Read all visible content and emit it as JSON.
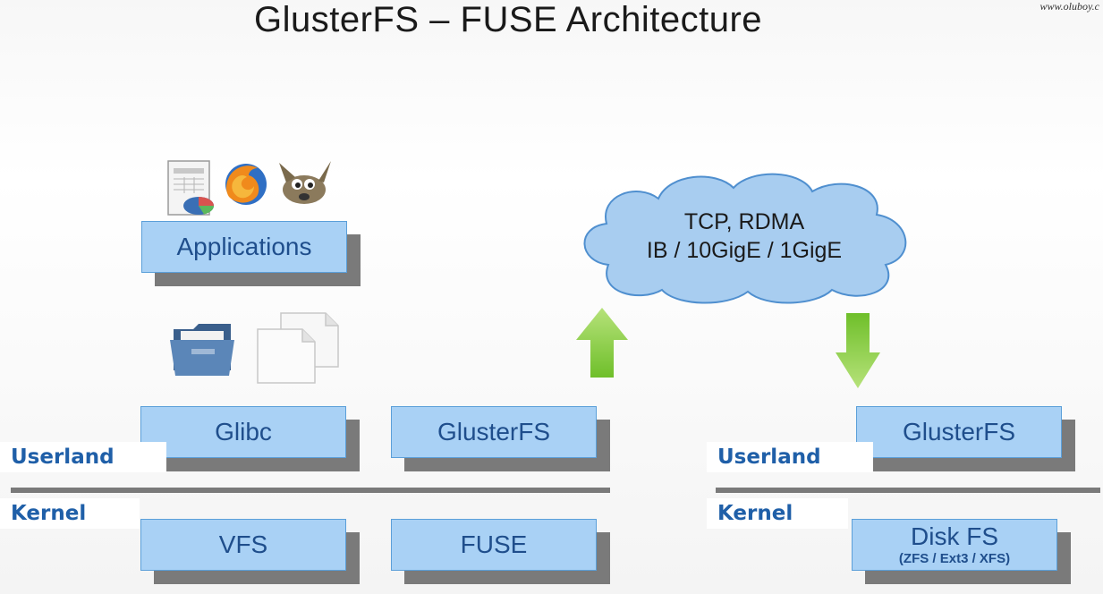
{
  "title": "GlusterFS – FUSE Architecture",
  "watermark": "www.oluboy.c",
  "left": {
    "applications": "Applications",
    "glibc": "Glibc",
    "glusterfs": "GlusterFS",
    "vfs": "VFS",
    "fuse": "FUSE",
    "userland": "Userland",
    "kernel": "Kernel"
  },
  "right": {
    "glusterfs": "GlusterFS",
    "diskfs": "Disk FS",
    "diskfs_sub": "(ZFS / Ext3 / XFS)",
    "userland": "Userland",
    "kernel": "Kernel"
  },
  "cloud": {
    "line1": "TCP, RDMA",
    "line2": "IB / 10GigE  / 1GigE"
  },
  "colors": {
    "box_fill": "#a9d1f5",
    "box_text": "#1f4e8c",
    "label_text": "#1f5fa8",
    "cloud_fill": "#a8cdf0",
    "arrow_green": "#8fd14f"
  },
  "icons": [
    "spreadsheet-icon",
    "firefox-icon",
    "gimp-icon",
    "folder-icon",
    "documents-icon",
    "up-arrow-icon",
    "down-arrow-icon",
    "cloud-icon"
  ]
}
